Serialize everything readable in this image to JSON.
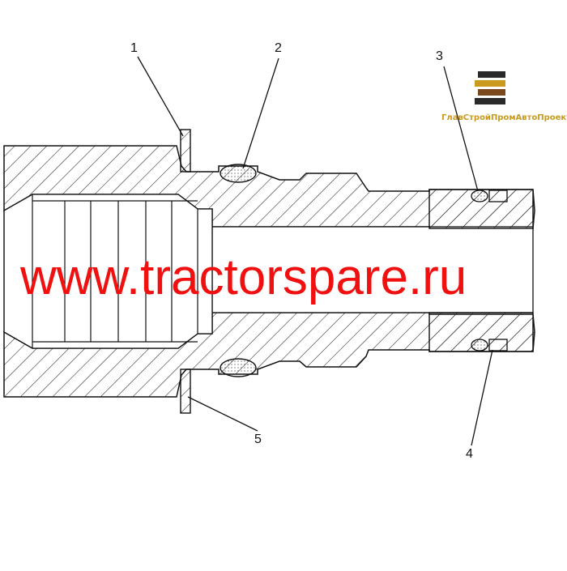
{
  "diagram": {
    "callouts": [
      "1",
      "2",
      "3",
      "4",
      "5"
    ],
    "watermark": "www.tractorspare.ru",
    "logo_text": "ГлавСтройПромАвтоПроект"
  },
  "colors": {
    "line": "#111111",
    "hatch": "#222222",
    "watermark": "#f01010",
    "logo_gold": "#c99a1c",
    "logo_brown": "#7a4a1e",
    "logo_dark": "#2a2a2a"
  }
}
